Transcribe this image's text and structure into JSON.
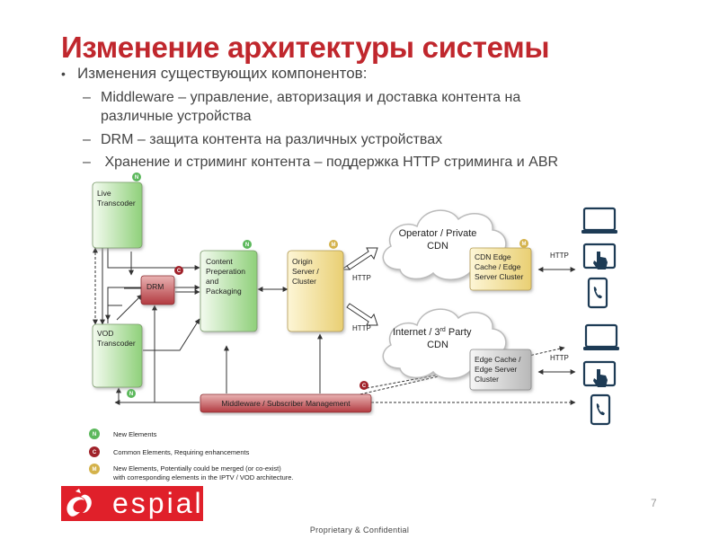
{
  "slide": {
    "title": "Изменение архитектуры системы",
    "bullet": "Изменения существующих компонентов:",
    "subbullets": [
      [
        "Middleware – управление, авторизация и доставка контента на",
        "различные устройства"
      ],
      [
        "DRM – защита контента на различных устройствах"
      ],
      [
        " Хранение и стриминг контента – поддержка HTTP стриминга и ABR"
      ]
    ],
    "page_number": "7",
    "footer": "Proprietary & Confidential",
    "logo_text": "espial"
  },
  "diagram": {
    "live_transcoder": [
      "Live",
      "Transcoder"
    ],
    "vod_transcoder": [
      "VOD",
      "Transcoder"
    ],
    "drm": "DRM",
    "content_prep": [
      "Content",
      "Preperation",
      "and",
      "Packaging"
    ],
    "origin": [
      "Origin",
      "Server /",
      "Cluster"
    ],
    "middleware": "Middleware / Subscriber Management",
    "operator_cdn": [
      "Operator / Private",
      "CDN"
    ],
    "internet_cdn": [
      "Internet / 3",
      "rd",
      " Party",
      "CDN"
    ],
    "cdn_edge": [
      "CDN Edge",
      "Cache / Edge",
      "Server Cluster"
    ],
    "edge_cache": [
      "Edge Cache /",
      "Edge Server",
      "Cluster"
    ],
    "http": "HTTP",
    "badges": {
      "n": "N",
      "c": "C",
      "m": "M"
    },
    "legend": [
      {
        "badge": "N",
        "text": [
          "New Elements"
        ]
      },
      {
        "badge": "C",
        "text": [
          "Common Elements, Requiring enhancements"
        ]
      },
      {
        "badge": "M",
        "text": [
          "New Elements, Potentially could be merged (or co-exist)",
          "with corresponding elements in the IPTV / VOD architecture."
        ]
      }
    ],
    "colors": {
      "new": "#5cb85c",
      "common": "#a0222a",
      "merge": "#d4b24a"
    },
    "icons": [
      "laptop-icon",
      "tablet-touch-icon",
      "smartphone-icon"
    ]
  }
}
